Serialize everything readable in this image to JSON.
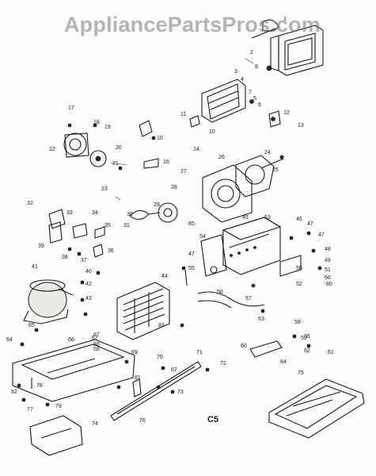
{
  "watermark": "AppliancePartsPros.com",
  "section_code": "C5",
  "callouts": [
    {
      "id": "1",
      "text": "1"
    },
    {
      "id": "2",
      "text": "2"
    },
    {
      "id": "3",
      "text": "3"
    },
    {
      "id": "4",
      "text": "4"
    },
    {
      "id": "5",
      "text": "5"
    },
    {
      "id": "6",
      "text": "6"
    },
    {
      "id": "7",
      "text": "7"
    },
    {
      "id": "8",
      "text": "8"
    },
    {
      "id": "10a",
      "text": "10"
    },
    {
      "id": "10b",
      "text": "10"
    },
    {
      "id": "11",
      "text": "11"
    },
    {
      "id": "12",
      "text": "12"
    },
    {
      "id": "13",
      "text": "13"
    },
    {
      "id": "14",
      "text": "14"
    },
    {
      "id": "16",
      "text": "16"
    },
    {
      "id": "17",
      "text": "17"
    },
    {
      "id": "18",
      "text": "18"
    },
    {
      "id": "19",
      "text": "19"
    },
    {
      "id": "20",
      "text": "20"
    },
    {
      "id": "21",
      "text": "21"
    },
    {
      "id": "22",
      "text": "22"
    },
    {
      "id": "23",
      "text": "23"
    },
    {
      "id": "24",
      "text": "24"
    },
    {
      "id": "25",
      "text": "25"
    },
    {
      "id": "26",
      "text": "26"
    },
    {
      "id": "27",
      "text": "27"
    },
    {
      "id": "28",
      "text": "28"
    },
    {
      "id": "29",
      "text": "29"
    },
    {
      "id": "30",
      "text": "30"
    },
    {
      "id": "31",
      "text": "31"
    },
    {
      "id": "32",
      "text": "32"
    },
    {
      "id": "33",
      "text": "33"
    },
    {
      "id": "34",
      "text": "34"
    },
    {
      "id": "35",
      "text": "35"
    },
    {
      "id": "36",
      "text": "36"
    },
    {
      "id": "37",
      "text": "37"
    },
    {
      "id": "38",
      "text": "38"
    },
    {
      "id": "39",
      "text": "39"
    },
    {
      "id": "40",
      "text": "40"
    },
    {
      "id": "41",
      "text": "41"
    },
    {
      "id": "42",
      "text": "42"
    },
    {
      "id": "43",
      "text": "43"
    },
    {
      "id": "44",
      "text": "44"
    },
    {
      "id": "45",
      "text": "45"
    },
    {
      "id": "46",
      "text": "46"
    },
    {
      "id": "47a",
      "text": "47"
    },
    {
      "id": "47b",
      "text": "47"
    },
    {
      "id": "47c",
      "text": "47"
    },
    {
      "id": "48",
      "text": "48"
    },
    {
      "id": "49",
      "text": "49"
    },
    {
      "id": "50",
      "text": "50"
    },
    {
      "id": "51",
      "text": "51"
    },
    {
      "id": "52",
      "text": "52"
    },
    {
      "id": "53",
      "text": "53"
    },
    {
      "id": "54",
      "text": "54"
    },
    {
      "id": "55",
      "text": "55"
    },
    {
      "id": "56",
      "text": "56"
    },
    {
      "id": "57",
      "text": "57"
    },
    {
      "id": "58",
      "text": "58"
    },
    {
      "id": "59",
      "text": "59"
    },
    {
      "id": "60a",
      "text": "60"
    },
    {
      "id": "60b",
      "text": "60"
    },
    {
      "id": "61",
      "text": "61"
    },
    {
      "id": "62",
      "text": "62"
    },
    {
      "id": "63",
      "text": "63"
    },
    {
      "id": "64",
      "text": "64"
    },
    {
      "id": "65",
      "text": "65"
    },
    {
      "id": "66",
      "text": "66"
    },
    {
      "id": "67a",
      "text": "67"
    },
    {
      "id": "67b",
      "text": "67"
    },
    {
      "id": "68",
      "text": "68"
    },
    {
      "id": "69",
      "text": "69"
    },
    {
      "id": "70",
      "text": "70"
    },
    {
      "id": "71",
      "text": "71"
    },
    {
      "id": "72",
      "text": "72"
    },
    {
      "id": "73",
      "text": "73"
    },
    {
      "id": "74",
      "text": "74"
    },
    {
      "id": "75",
      "text": "75"
    },
    {
      "id": "76",
      "text": "76"
    },
    {
      "id": "77",
      "text": "77"
    },
    {
      "id": "78",
      "text": "78"
    },
    {
      "id": "79",
      "text": "79"
    },
    {
      "id": "80",
      "text": "80"
    },
    {
      "id": "81",
      "text": "81"
    },
    {
      "id": "82",
      "text": "82"
    },
    {
      "id": "83",
      "text": "83"
    },
    {
      "id": "84",
      "text": "84"
    },
    {
      "id": "85",
      "text": "85"
    },
    {
      "id": "86",
      "text": "86"
    },
    {
      "id": "87",
      "text": "87"
    },
    {
      "id": "88",
      "text": "88"
    }
  ]
}
